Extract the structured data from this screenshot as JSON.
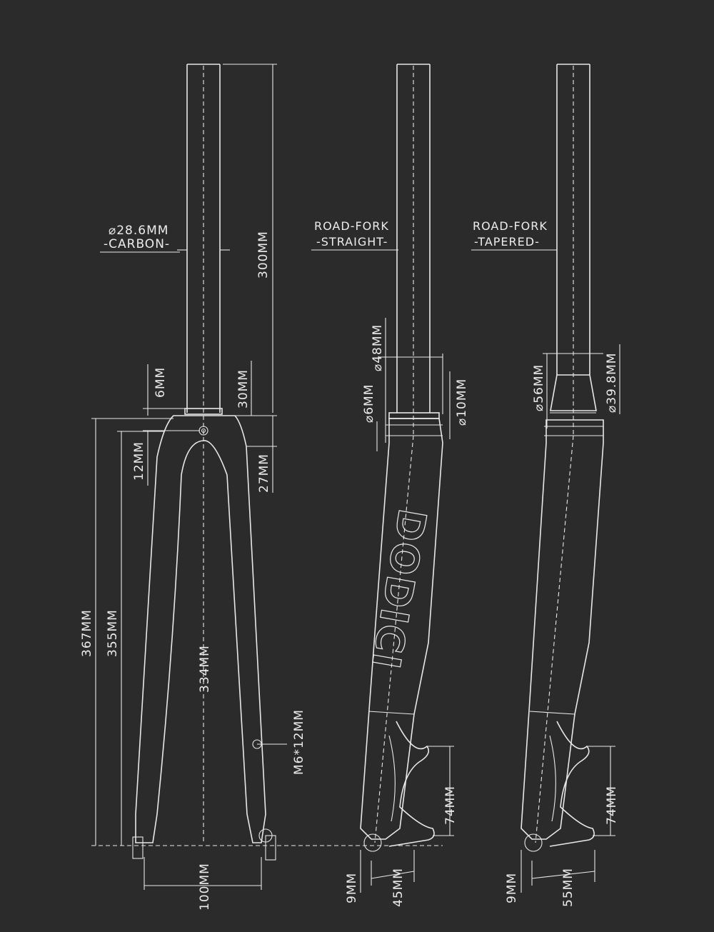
{
  "colors": {
    "background": "#2b2b2b",
    "line": "#e8e8e8",
    "text": "#ececec"
  },
  "brand": "DODICI",
  "fork_front": {
    "steerer_diameter": "⌀28.6MM",
    "steerer_material": "-CARBON-",
    "steerer_length": "300MM",
    "crown_offset_top": "6MM",
    "race_height": "30MM",
    "crown_hole": "12MM",
    "crown_height": "27MM",
    "axle_to_crown_total": "367MM",
    "axle_to_crown": "355MM",
    "leg_length": "334MM",
    "bolt": "M6*12MM",
    "dropout_spacing": "100MM"
  },
  "fork_straight": {
    "title_line1": "ROAD-FORK",
    "title_line2": "-STRAIGHT-",
    "crown_race_diameter": "⌀48MM",
    "bolt_diameter": "⌀6MM",
    "bolt_depth": "⌀10MM",
    "mount_spacing": "74MM",
    "dropout_offset": "9MM",
    "mount_offset": "45MM"
  },
  "fork_tapered": {
    "title_line1": "ROAD-FORK",
    "title_line2": "-TAPERED-",
    "crown_race_diameter": "⌀56MM",
    "top_diameter": "⌀39.8MM",
    "mount_spacing": "74MM",
    "dropout_offset": "9MM",
    "mount_offset": "55MM"
  }
}
